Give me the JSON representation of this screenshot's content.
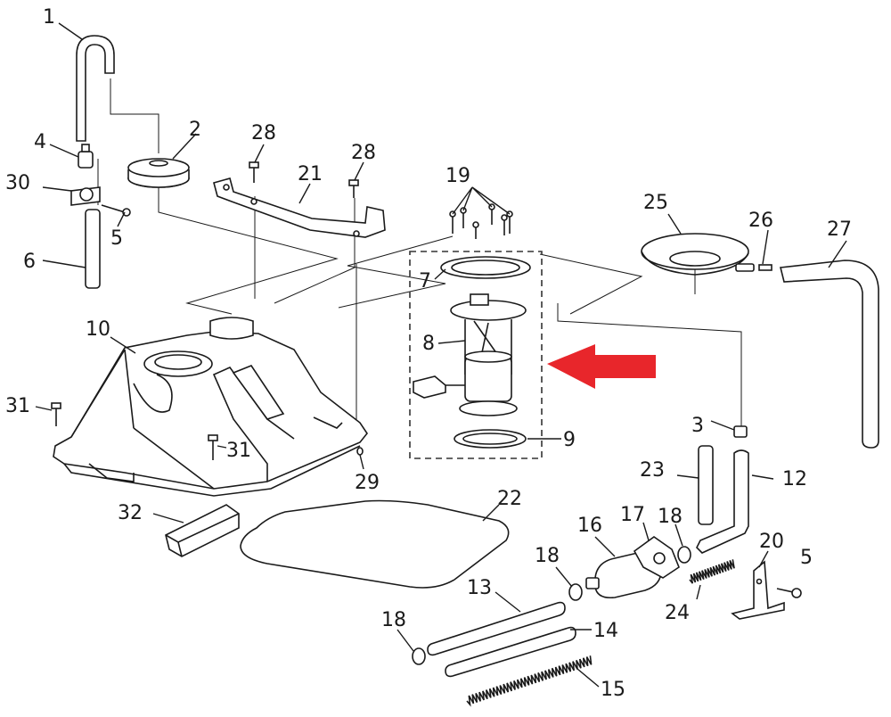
{
  "diagram": {
    "callouts": [
      {
        "id": "c1",
        "text": "1"
      },
      {
        "id": "c2",
        "text": "2"
      },
      {
        "id": "c3",
        "text": "3"
      },
      {
        "id": "c4",
        "text": "4"
      },
      {
        "id": "c5a",
        "text": "5"
      },
      {
        "id": "c5b",
        "text": "5"
      },
      {
        "id": "c6",
        "text": "6"
      },
      {
        "id": "c7",
        "text": "7"
      },
      {
        "id": "c8",
        "text": "8"
      },
      {
        "id": "c9",
        "text": "9"
      },
      {
        "id": "c10",
        "text": "10"
      },
      {
        "id": "c12",
        "text": "12"
      },
      {
        "id": "c13",
        "text": "13"
      },
      {
        "id": "c14",
        "text": "14"
      },
      {
        "id": "c15",
        "text": "15"
      },
      {
        "id": "c16",
        "text": "16"
      },
      {
        "id": "c17",
        "text": "17"
      },
      {
        "id": "c18a",
        "text": "18"
      },
      {
        "id": "c18b",
        "text": "18"
      },
      {
        "id": "c18c",
        "text": "18"
      },
      {
        "id": "c19",
        "text": "19"
      },
      {
        "id": "c20",
        "text": "20"
      },
      {
        "id": "c21",
        "text": "21"
      },
      {
        "id": "c22",
        "text": "22"
      },
      {
        "id": "c23",
        "text": "23"
      },
      {
        "id": "c24",
        "text": "24"
      },
      {
        "id": "c25",
        "text": "25"
      },
      {
        "id": "c26",
        "text": "26"
      },
      {
        "id": "c27",
        "text": "27"
      },
      {
        "id": "c28a",
        "text": "28"
      },
      {
        "id": "c28b",
        "text": "28"
      },
      {
        "id": "c29",
        "text": "29"
      },
      {
        "id": "c30",
        "text": "30"
      },
      {
        "id": "c31a",
        "text": "31"
      },
      {
        "id": "c31b",
        "text": "31"
      },
      {
        "id": "c32",
        "text": "32"
      }
    ],
    "highlight_color": "#e8262b",
    "line_color": "#1a1a1a"
  }
}
